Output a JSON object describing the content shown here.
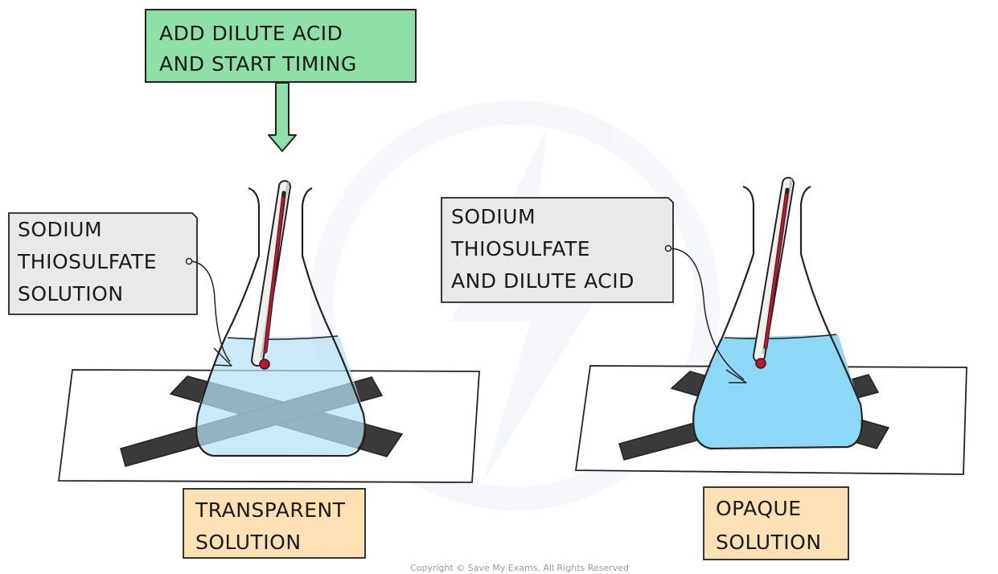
{
  "top_instruction": {
    "line1": "ADD  DILUTE  ACID",
    "line2": "AND  START  TIMING"
  },
  "left_setup": {
    "callout": {
      "line1": "SODIUM",
      "line2": "THIOSULFATE",
      "line3": "SOLUTION"
    },
    "result": {
      "line1": "TRANSPARENT",
      "line2": "SOLUTION"
    }
  },
  "right_setup": {
    "callout": {
      "line1": "SODIUM",
      "line2": "THIOSULFATE",
      "line3": "AND  DILUTE ACID"
    },
    "result": {
      "line1": "OPAQUE",
      "line2": "SOLUTION"
    }
  },
  "copyright": "Copyright © Save My Exams. All Rights Reserved",
  "colors": {
    "instruction_box": "#8fe0a8",
    "callout_box": "#e9e9e9",
    "result_box": "#fbe1b4",
    "clear_solution": "#b5e2f4",
    "opaque_solution": "#8cd8f6",
    "cross": "#3a3a3a",
    "thermometer_red": "#c4122f"
  }
}
